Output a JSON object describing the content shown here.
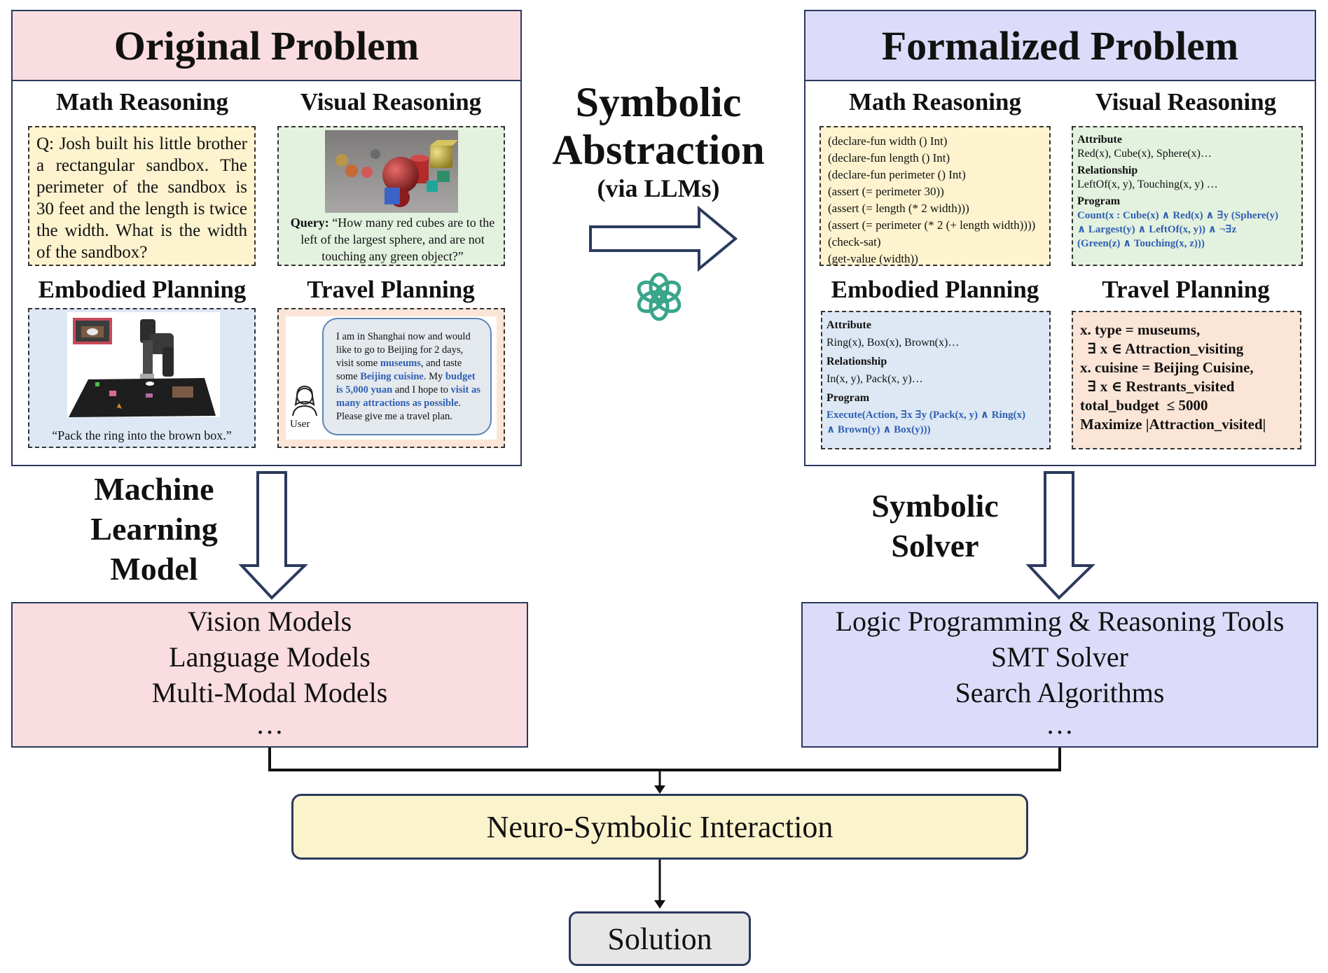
{
  "colors": {
    "original_bg": "#f9dde0",
    "formalized_bg": "#dcdcfa",
    "math_bg": "#fdf3cf",
    "visual_bg": "#e3f1df",
    "embodied_bg": "#dde8f4",
    "travel_bg": "#fbe5d6",
    "interaction_bg": "#fbf3cc",
    "solution_bg": "#e6e6e6",
    "highlight_blue": "#2f5fb3",
    "openai_logo": "#3aa58a"
  },
  "original": {
    "title": "Original Problem",
    "math": {
      "title": "Math Reasoning",
      "question": "Q: Josh built his little brother a rectangular sandbox. The perimeter of the sandbox is 30 feet and the length is twice the width. What is the width of the sandbox?"
    },
    "visual": {
      "title": "Visual Reasoning",
      "query_label": "Query:",
      "query_text": " “How many red cubes are to the left of the largest sphere, and are not touching any green object?”"
    },
    "embodied": {
      "title": "Embodied Planning",
      "caption": "“Pack the ring into the brown box.”"
    },
    "travel": {
      "title": "Travel Planning",
      "user_label": "User",
      "t1": "I am in Shanghai now and would like to go to Beijing for 2 days, visit some ",
      "t2": "museums",
      "t3": ", and taste some ",
      "t4": "Beijing cuisine",
      "t5": ". My ",
      "t6": "budget is 5,000 yuan",
      "t7": " and I hope to ",
      "t8": "visit as many attractions as possible",
      "t9": ". Please give me a travel plan."
    }
  },
  "middle": {
    "line1": "Symbolic",
    "line2": "Abstraction",
    "line3": "(via LLMs)",
    "logo_icon": "openai-logo-icon"
  },
  "formalized": {
    "title": "Formalized Problem",
    "math": {
      "title": "Math Reasoning",
      "lines": [
        "(declare-fun width () Int)",
        "(declare-fun length () Int)",
        "(declare-fun perimeter () Int)",
        "(assert (= perimeter 30))",
        "(assert (= length (* 2 width)))",
        "(assert (= perimeter (* 2 (+ length width))))",
        "(check-sat)",
        "(get-value (width))"
      ]
    },
    "visual": {
      "title": "Visual Reasoning",
      "attr_label": "Attribute",
      "attr_text": "Red(x), Cube(x), Sphere(x)…",
      "rel_label": "Relationship",
      "rel_text": "LeftOf(x, y), Touching(x, y) …",
      "prog_label": "Program",
      "prog_lines": [
        "Count(x : Cube(x) ∧ Red(x) ∧ ∃y (Sphere(y)",
        "∧ Largest(y) ∧ LeftOf(x, y)) ∧ ¬∃z",
        "(Green(z) ∧ Touching(x, z)))"
      ]
    },
    "embodied": {
      "title": "Embodied Planning",
      "attr_label": "Attribute",
      "attr_text": "Ring(x), Box(x), Brown(x)…",
      "rel_label": "Relationship",
      "rel_text": "In(x, y), Pack(x, y)…",
      "prog_label": "Program",
      "prog_lines": [
        "Execute(Action, ∃x ∃y (Pack(x, y) ∧ Ring(x)",
        "∧ Brown(y) ∧ Box(y)))"
      ]
    },
    "travel": {
      "title": "Travel Planning",
      "lines": [
        "x. type = museums,",
        "  ∃ x ∈ Attraction_visiting",
        "x. cuisine = Beijing Cuisine,",
        "  ∃ x ∈ Restrants_visited",
        "total_budget  ≤ 5000",
        "Maximize |Attraction_visited|"
      ]
    }
  },
  "ml_label": [
    "Machine",
    "Learning",
    "Model"
  ],
  "solver_label": [
    "Symbolic",
    "Solver"
  ],
  "ml_box": [
    "Vision Models",
    "Language Models",
    "Multi-Modal Models",
    "…"
  ],
  "solver_box": [
    "Logic Programming  & Reasoning Tools",
    "SMT Solver",
    "Search Algorithms",
    "…"
  ],
  "interaction": "Neuro-Symbolic Interaction",
  "solution": "Solution"
}
